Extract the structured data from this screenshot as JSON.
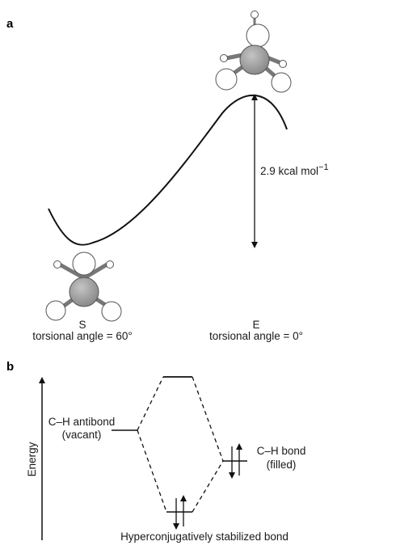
{
  "panel_a": {
    "label": "a",
    "barrier_value": "2.9 kcal mol",
    "barrier_exponent": "−1",
    "staggered_letter": "S",
    "staggered_angle": "torsional angle = 60°",
    "eclipsed_letter": "E",
    "eclipsed_angle": "torsional angle = 0°"
  },
  "panel_b": {
    "label": "b",
    "axis_label": "Energy",
    "antibond_label_1": "C–H antibond",
    "antibond_label_2": "(vacant)",
    "bond_label_1": "C–H bond",
    "bond_label_2": "(filled)",
    "stabilized_label": "Hyperconjugatively stabilized bond"
  },
  "colors": {
    "carbon": "#9a9a9a",
    "hydrogen": "#ffffff",
    "stroke": "#111111"
  }
}
